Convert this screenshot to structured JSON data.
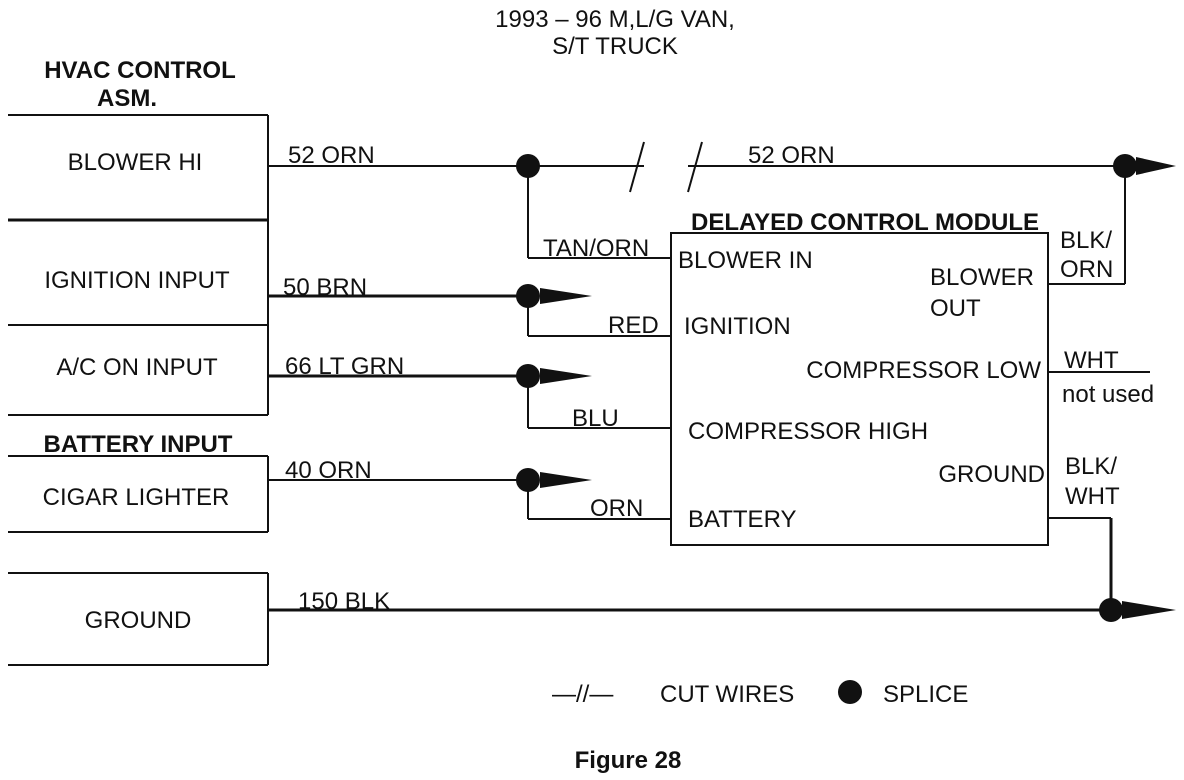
{
  "title": {
    "line1": "1993 – 96  M,L/G VAN,",
    "line2": "S/T TRUCK"
  },
  "hvac": {
    "heading_line1": "HVAC CONTROL",
    "heading_line2": "ASM.",
    "blower_hi": "BLOWER HI",
    "ignition_input": "IGNITION INPUT",
    "ac_on_input": "A/C ON INPUT",
    "battery_heading": "BATTERY INPUT",
    "cigar_lighter": "CIGAR LIGHTER",
    "ground": "GROUND"
  },
  "wires": {
    "w52a": "52 ORN",
    "w52b": "52 ORN",
    "w50": "50 BRN",
    "w66": "66 LT GRN",
    "w40": "40 ORN",
    "w150": "150 BLK",
    "tan_orn": "TAN/ORN",
    "red": "RED",
    "blu": "BLU",
    "orn": "ORN",
    "blk_orn_1": "BLK/",
    "blk_orn_2": "ORN",
    "wht": "WHT",
    "not_used": "not used",
    "blk_wht_1": "BLK/",
    "blk_wht_2": "WHT"
  },
  "module": {
    "title": "DELAYED CONTROL MODULE",
    "blower_in": "BLOWER IN",
    "blower_out_1": "BLOWER",
    "blower_out_2": "OUT",
    "ignition": "IGNITION",
    "compressor_low": "COMPRESSOR LOW",
    "compressor_high": "COMPRESSOR HIGH",
    "ground": "GROUND",
    "battery": "BATTERY"
  },
  "legend": {
    "cut_symbol": "—//—",
    "cut_wires": "CUT WIRES",
    "splice": "SPLICE"
  },
  "caption": "Figure 28"
}
